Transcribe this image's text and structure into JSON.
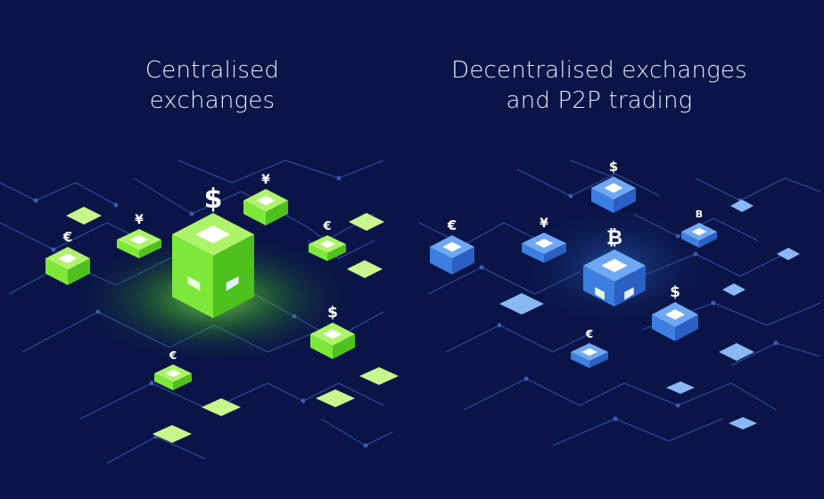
{
  "panels": {
    "left": {
      "title_line1": "Centralised",
      "title_line2": "exchanges"
    },
    "right": {
      "title_line1": "Decentralised exchanges",
      "title_line2": "and P2P trading"
    }
  },
  "symbols": {
    "dollar": "$",
    "euro": "€",
    "yen": "¥",
    "bitcoin_big": "₿",
    "bitcoin_small": "B"
  },
  "colors": {
    "background": "#0a1447",
    "green_top": "#aef36a",
    "green_left": "#7ee83a",
    "green_right": "#4fc11f",
    "green_flat": "#c9f58f",
    "blue_top": "#6fa8f2",
    "blue_left": "#3d7fe0",
    "blue_right": "#2a5fc4",
    "blue_flat": "#8ab8f5",
    "circuit": "#2f4a9c"
  }
}
